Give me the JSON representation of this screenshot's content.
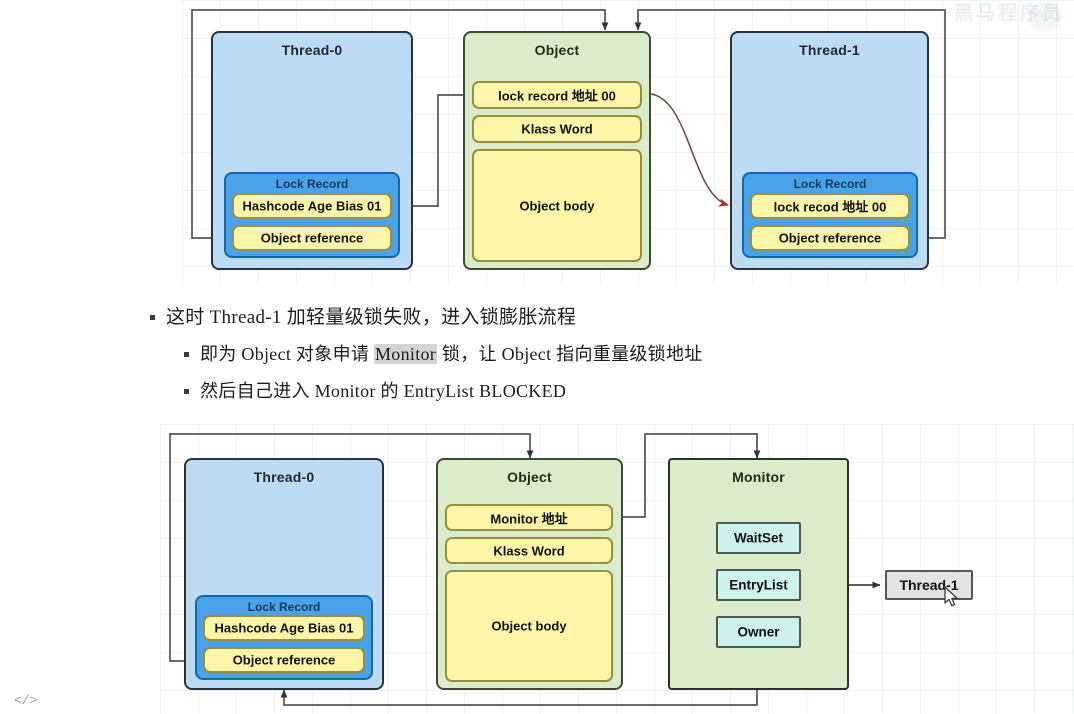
{
  "page": {
    "code_icon": "</>",
    "watermark_text": "黑马程序员"
  },
  "diagram_top": {
    "name": "lightweight-lock-contention",
    "thread0": {
      "title": "Thread-0",
      "lock_record": {
        "title": "Lock Record",
        "slots": [
          "Hashcode Age Bias 01",
          "Object reference"
        ]
      }
    },
    "object": {
      "title": "Object",
      "slots": [
        "lock record 地址 00",
        "Klass Word",
        "Object body"
      ]
    },
    "thread1": {
      "title": "Thread-1",
      "lock_record": {
        "title": "Lock Record",
        "slots": [
          "lock recod 地址 00",
          "Object reference"
        ]
      }
    }
  },
  "notes": {
    "items": [
      {
        "level": 1,
        "pre": "这时 Thread-1 加轻量级锁失败，进入锁膨胀流程",
        "hl": "",
        "post": ""
      },
      {
        "level": 2,
        "pre": "即为 Object 对象申请 ",
        "hl": "Monitor",
        "post": " 锁，让 Object 指向重量级锁地址"
      },
      {
        "level": 2,
        "pre": "然后自己进入 Monitor 的 EntryList BLOCKED",
        "hl": "",
        "post": ""
      }
    ]
  },
  "diagram_bottom": {
    "name": "lock-inflation-monitor",
    "thread0": {
      "title": "Thread-0",
      "lock_record": {
        "title": "Lock Record",
        "slots": [
          "Hashcode Age Bias 01",
          "Object reference"
        ]
      }
    },
    "object": {
      "title": "Object",
      "slots": [
        "Monitor 地址",
        "Klass Word",
        "Object body"
      ]
    },
    "monitor": {
      "title": "Monitor",
      "slots": [
        "WaitSet",
        "EntryList",
        "Owner"
      ]
    },
    "blocked_thread": {
      "label": "Thread-1"
    }
  },
  "colors": {
    "thread_fill": "#bddcf4",
    "object_fill": "#dbeccc",
    "yellow_fill": "#fdf6a8",
    "lock_record_fill": "#4aa3e8",
    "cyan_fill": "#cdf2ec",
    "gray_fill": "#e3e3e3",
    "connector": "#4a4a4a",
    "red_arrow": "#c8231f"
  }
}
